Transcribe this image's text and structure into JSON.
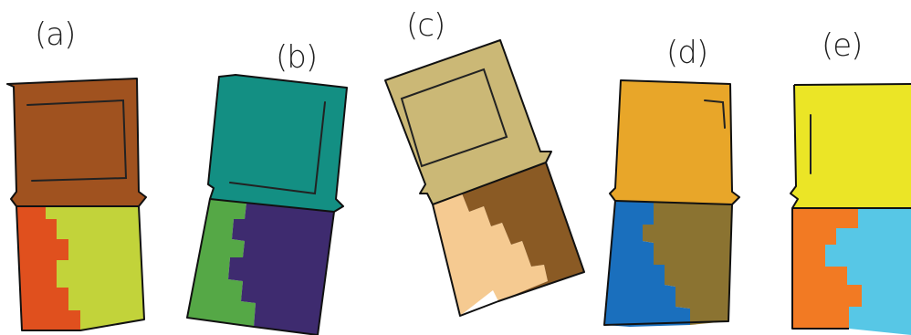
{
  "panels": [
    {
      "id": "a",
      "label": "(a)",
      "top_color": "#a0521f",
      "bottom_colors": [
        "#e0501e",
        "#c2d33a"
      ]
    },
    {
      "id": "b",
      "label": "(b)",
      "top_color": "#138f83",
      "bottom_colors": [
        "#55a846",
        "#3e2b6f"
      ]
    },
    {
      "id": "c",
      "label": "(c)",
      "top_color": "#cbb876",
      "bottom_colors": [
        "#f5ca91",
        "#8a5a24"
      ]
    },
    {
      "id": "d",
      "label": "(d)",
      "top_color": "#e8a629",
      "bottom_colors": [
        "#1a6fbd",
        "#8b7331"
      ]
    },
    {
      "id": "e",
      "label": "(e)",
      "top_color": "#ebe526",
      "bottom_colors": [
        "#f27a23",
        "#57c7e6"
      ]
    }
  ]
}
